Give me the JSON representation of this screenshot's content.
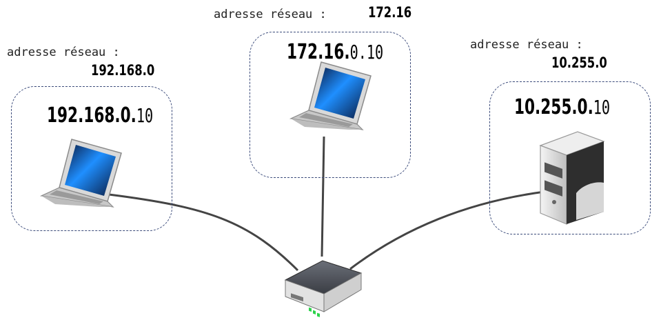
{
  "networks": [
    {
      "label": "adresse réseau :",
      "network": "192.168.0",
      "ip_network": "192.168.0.",
      "ip_host": "10",
      "device": "laptop"
    },
    {
      "label": "adresse réseau :",
      "network": "172.16",
      "ip_network": "172.16.",
      "ip_host": "0.10",
      "device": "laptop"
    },
    {
      "label": "adresse réseau :",
      "network": "10.255.0",
      "ip_network": "10.255.0.",
      "ip_host": "10",
      "device": "server"
    }
  ],
  "center_device": "router",
  "colors": {
    "zone_border": "#3a4a7a",
    "cable": "#444444",
    "screen": "#1f6fd6"
  },
  "icons": [
    "laptop-icon",
    "server-icon",
    "router-icon"
  ]
}
